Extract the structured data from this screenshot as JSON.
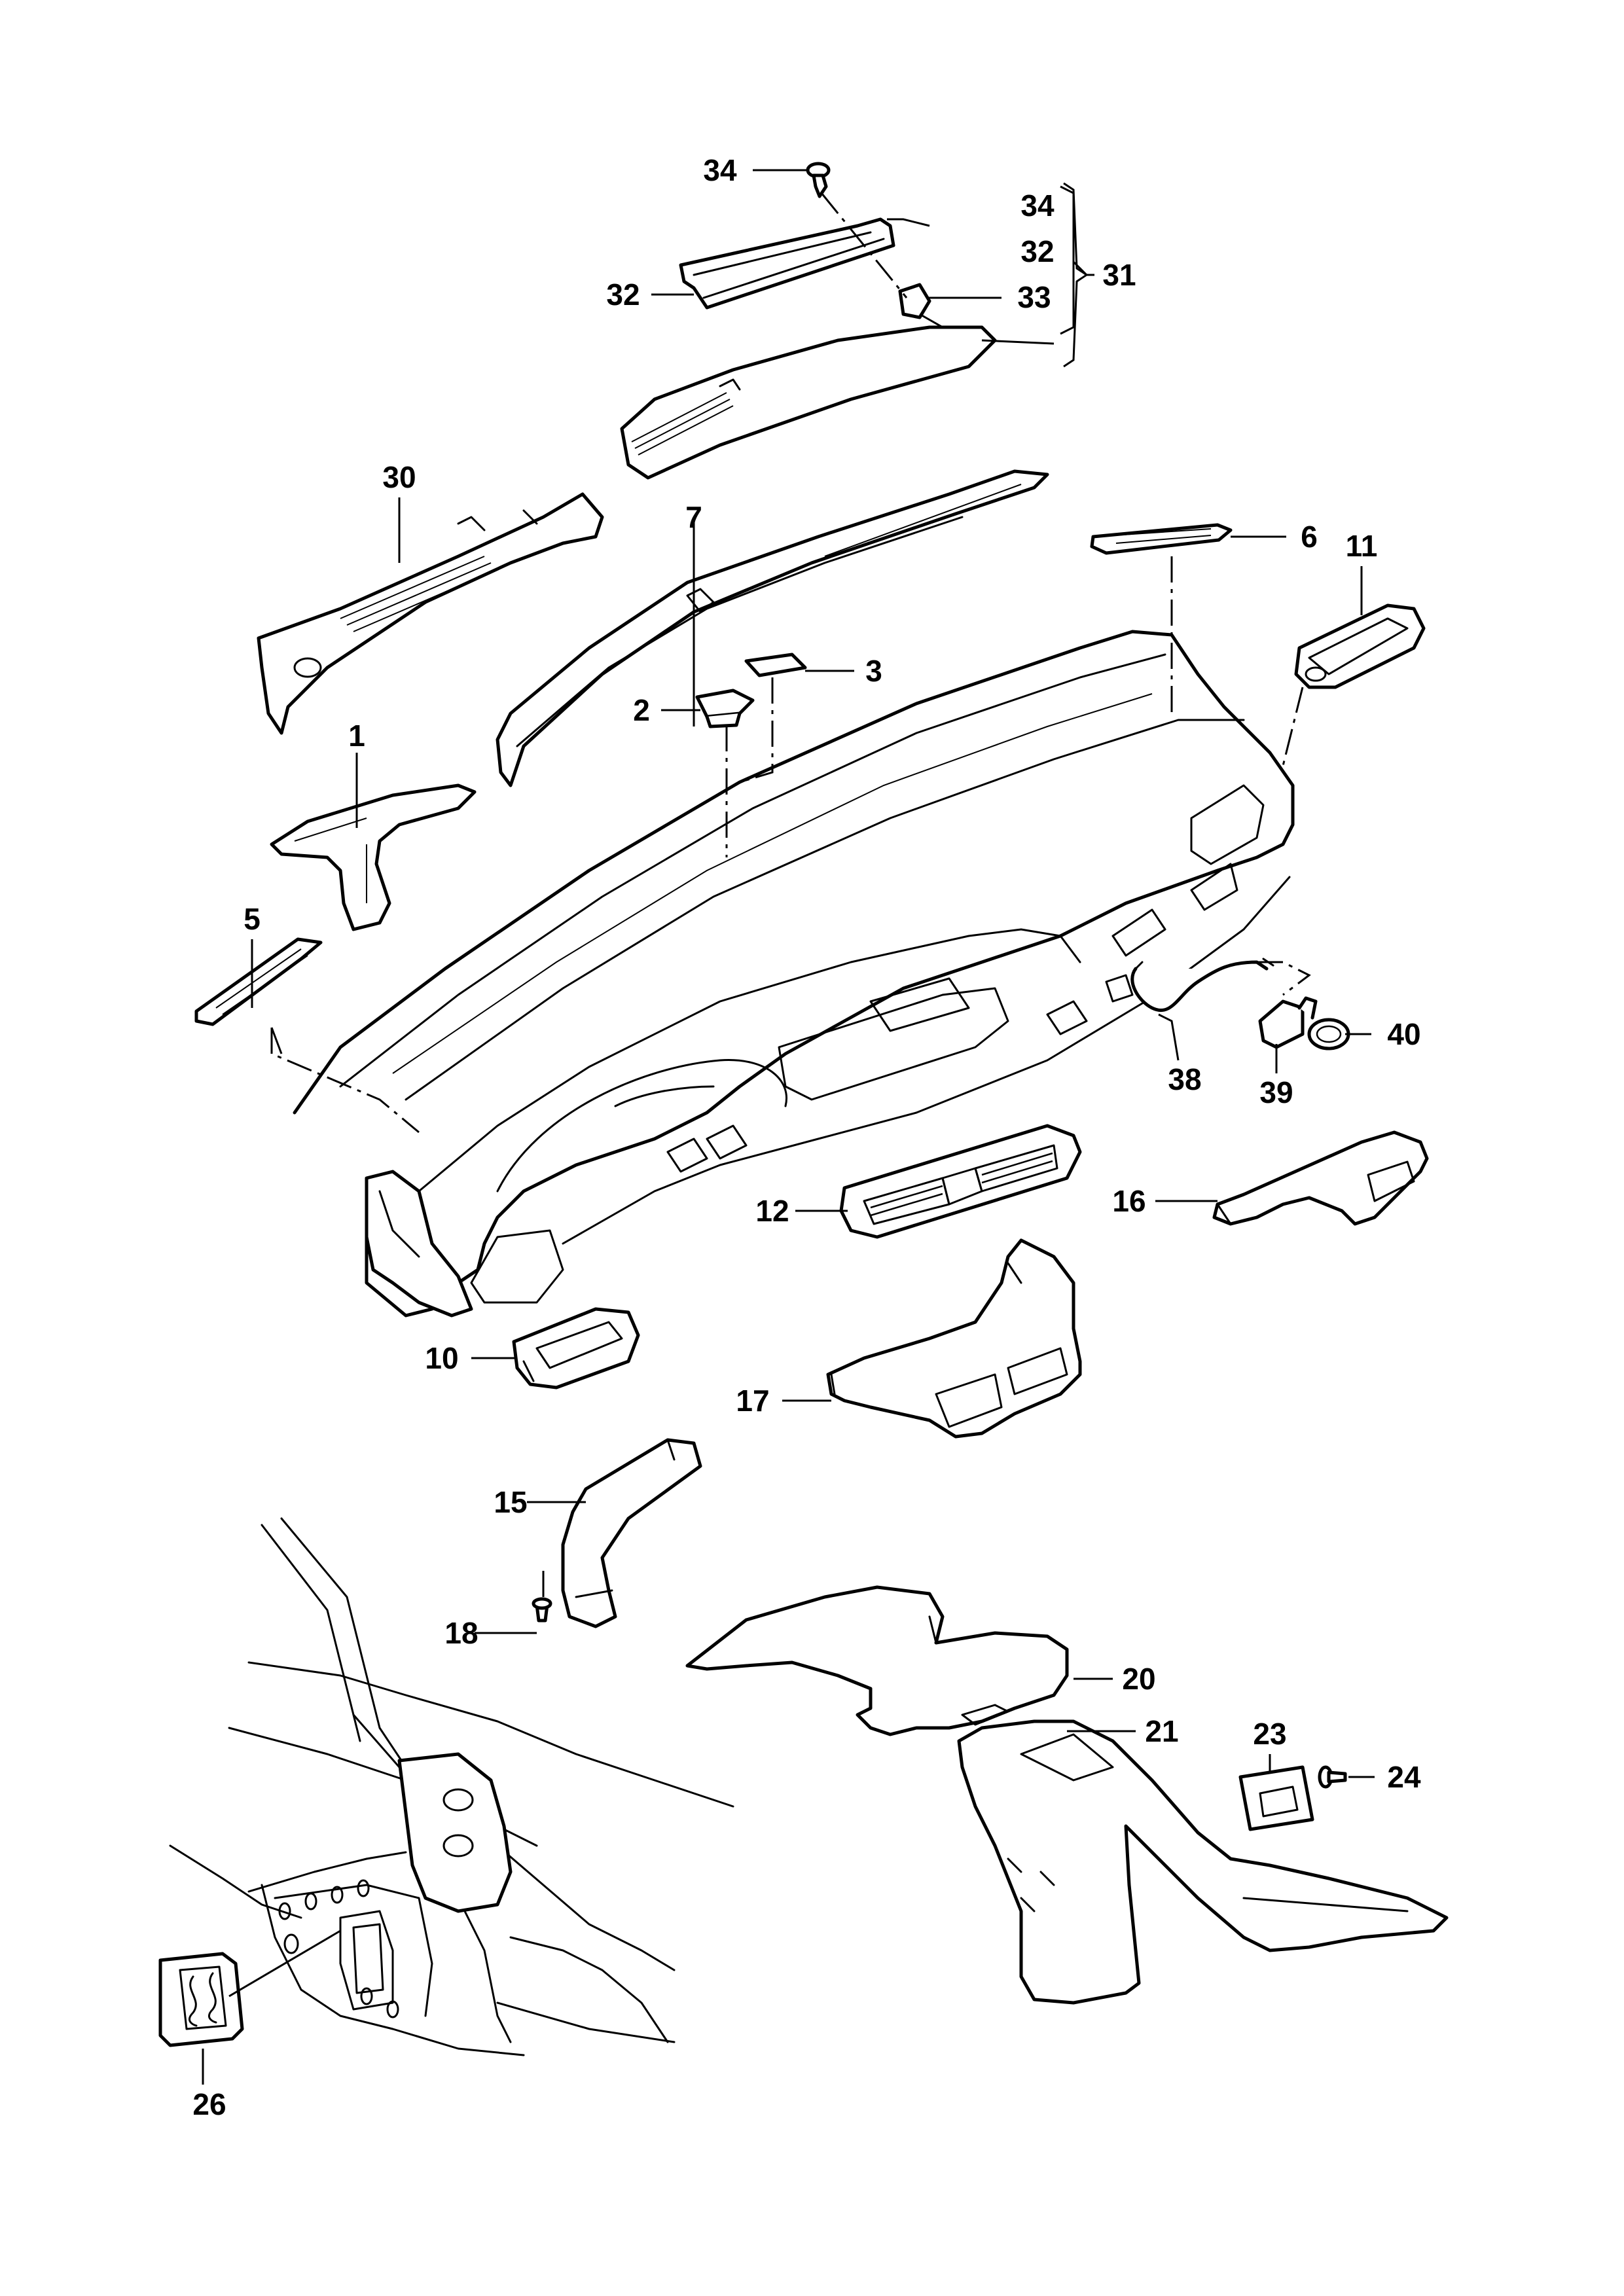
{
  "callouts": {
    "c1": "1",
    "c2": "2",
    "c3": "3",
    "c5": "5",
    "c6": "6",
    "c7": "7",
    "c10": "10",
    "c11": "11",
    "c12": "12",
    "c15": "15",
    "c16": "16",
    "c17": "17",
    "c18": "18",
    "c20": "20",
    "c21": "21",
    "c23": "23",
    "c24": "24",
    "c26": "26",
    "c30": "30",
    "c31": "31",
    "c32a": "32",
    "c32b": "32",
    "c33": "33",
    "c34a": "34",
    "c34b": "34",
    "c38": "38",
    "c39": "39",
    "c40": "40"
  }
}
